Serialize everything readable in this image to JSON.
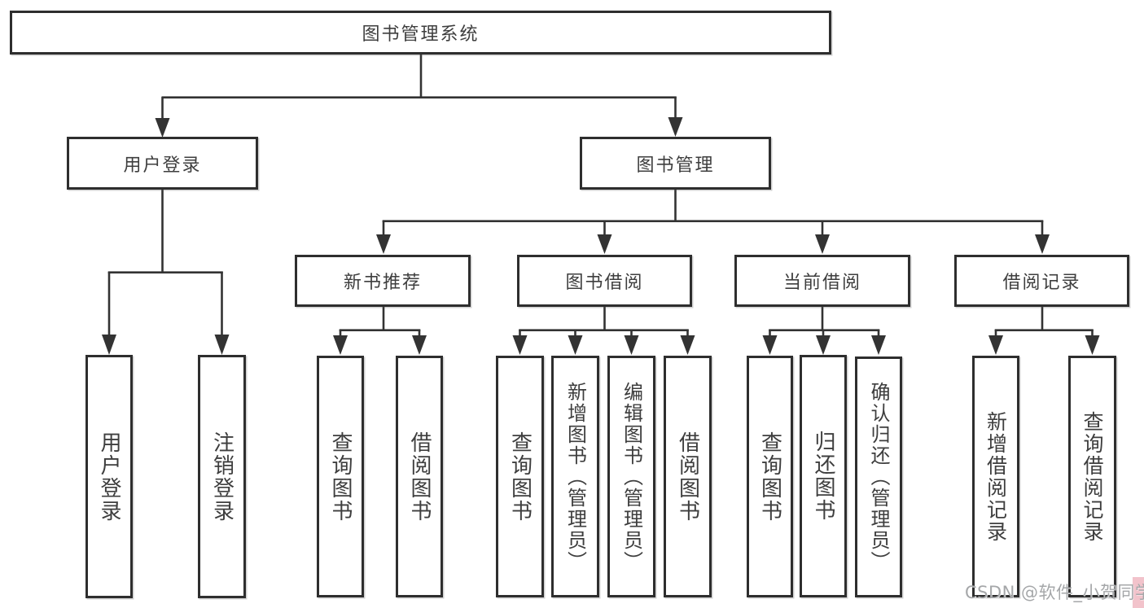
{
  "tree": {
    "root": "图书管理系统",
    "level2": [
      {
        "label": "用户登录",
        "leaves": [
          "用户登录",
          "注销登录"
        ]
      },
      {
        "label": "图书管理",
        "groups": [
          {
            "label": "新书推荐",
            "leaves": [
              "查询图书",
              "借阅图书"
            ]
          },
          {
            "label": "图书借阅",
            "leaves": [
              "查询图书",
              "新增图书（管理员）",
              "编辑图书（管理员）",
              "借阅图书"
            ]
          },
          {
            "label": "当前借阅",
            "leaves": [
              "查询图书",
              "归还图书",
              "确认归还（管理员）"
            ]
          },
          {
            "label": "借阅记录",
            "leaves": [
              "新增借阅记录",
              "查询借阅记录"
            ]
          }
        ]
      }
    ]
  },
  "watermark": {
    "text": "CSDN @软件_小贺同学",
    "color": "#a5a7a9"
  },
  "colors": {
    "line": "#333333",
    "box_border": "#2e2e2e",
    "text": "#3e3e3e",
    "background": "#ffffff",
    "corner_accent_pink": "#f2c3cb"
  }
}
